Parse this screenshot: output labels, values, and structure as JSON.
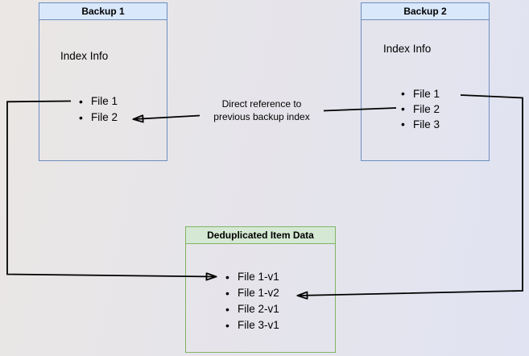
{
  "backup1": {
    "title": "Backup 1",
    "section": "Index Info",
    "files": [
      "File 1",
      "File 2"
    ]
  },
  "backup2": {
    "title": "Backup 2",
    "section": "Index Info",
    "files": [
      "File 1",
      "File 2",
      "File 3"
    ]
  },
  "dedup": {
    "title": "Deduplicated Item Data",
    "items": [
      "File 1-v1",
      "File 1-v2",
      "File 2-v1",
      "File 3-v1"
    ]
  },
  "edge_label": {
    "line1": "Direct reference to",
    "line2": "previous backup index"
  },
  "colors": {
    "blue_header_fill": "#dae8fc",
    "blue_border": "#6c8ebf",
    "green_header_fill": "#d5e8d4",
    "green_border": "#82b366",
    "arrow": "#000000",
    "background_left": "#eae7e4",
    "background_right": "#e1e3f2",
    "text": "#000000"
  }
}
